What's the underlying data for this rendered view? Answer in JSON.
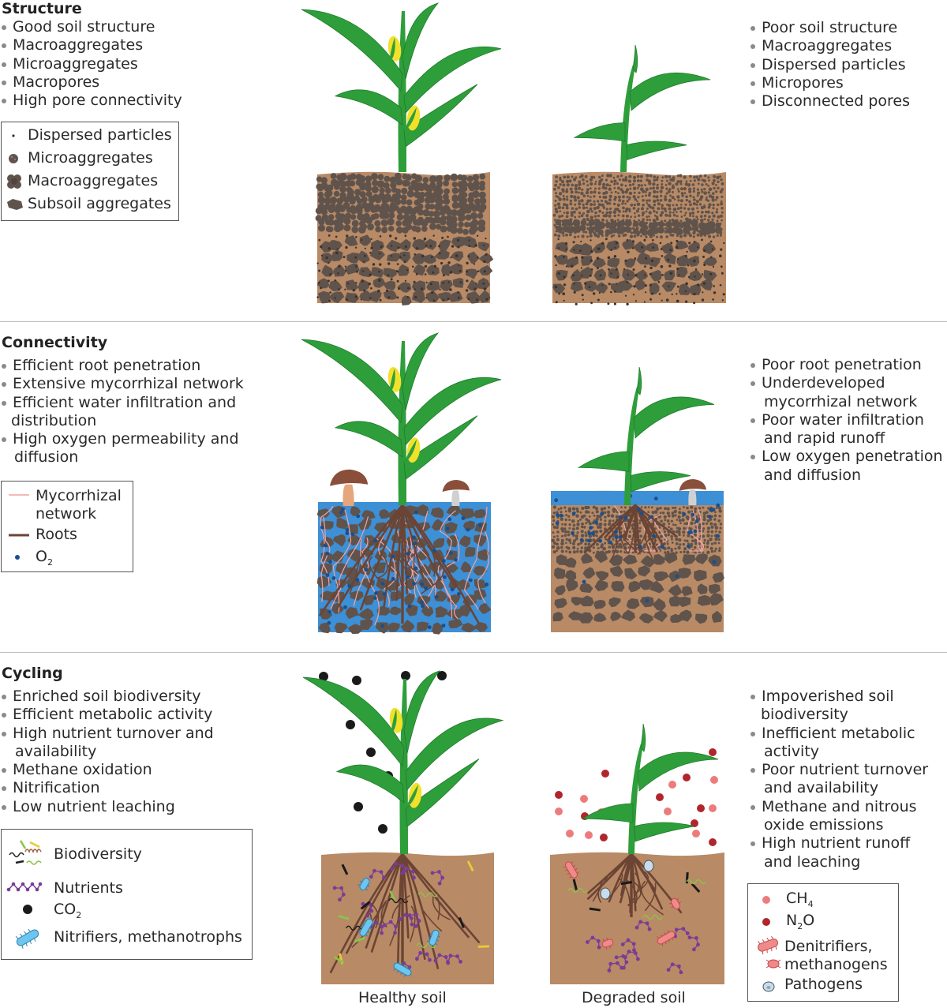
{
  "sections": {
    "structure": {
      "title": "Structure",
      "healthy_bullets": [
        "Good soil structure",
        "Macroaggregates",
        "Microaggregates",
        "Macropores",
        "High pore connectivity"
      ],
      "degraded_bullets": [
        "Poor soil structure",
        "Macroaggregates",
        "Dispersed particles",
        "Micropores",
        "Disconnected pores"
      ],
      "legend": [
        "Dispersed particles",
        "Microaggregates",
        "Macroaggregates",
        "Subsoil aggregates"
      ]
    },
    "connectivity": {
      "title": "Connectivity",
      "healthy_bullets": [
        "Efficient root penetration",
        "Extensive mycorrhizal network",
        "Efficient water infiltration and",
        "distribution",
        "High oxygen permeability and",
        "diffusion"
      ],
      "degraded_bullets": [
        "Poor root penetration",
        "Underdeveloped",
        "mycorrhizal network",
        "Poor water infiltration",
        "and rapid runoff",
        "Low oxygen penetration",
        "and diffusion"
      ],
      "legend": {
        "mycorrhizal_1": "Mycorrhizal",
        "mycorrhizal_2": "network",
        "roots": "Roots",
        "o2": "O",
        "o2_sub": "2"
      }
    },
    "cycling": {
      "title": "Cycling",
      "healthy_bullets": [
        "Enriched soil biodiversity",
        "Efficient metabolic activity",
        "High nutrient turnover and",
        "availability",
        "Methane oxidation",
        "Nitrification",
        "Low nutrient leaching"
      ],
      "degraded_bullets": [
        "Impoverished soil",
        "biodiversity",
        "Inefficient metabolic",
        "activity",
        "Poor nutrient turnover",
        "and availability",
        "Methane and nitrous",
        "oxide emissions",
        "High nutrient runoff",
        "and leaching"
      ],
      "legend_healthy": {
        "biodiversity": "Biodiversity",
        "nutrients": "Nutrients",
        "co2": "CO",
        "co2_sub": "2",
        "nitrifiers": "Nitrifiers, methanotrophs"
      },
      "legend_degraded": {
        "ch4": "CH",
        "ch4_sub": "4",
        "n2o_a": "N",
        "n2o_sub": "2",
        "n2o_b": "O",
        "denitrifiers_1": "Denitrifiers,",
        "denitrifiers_2": "methanogens",
        "pathogens": "Pathogens"
      }
    }
  },
  "captions": {
    "healthy": "Healthy soil",
    "degraded": "Degraded soil"
  },
  "colors": {
    "leaf": "#2e9e3a",
    "leaf_dark": "#1f7a2c",
    "cob": "#f2e12b",
    "soil": "#b88a66",
    "aggregate": "#5f534c",
    "water": "#3d8fd6",
    "root": "#6b4434",
    "hyphae": "#f0a4a4",
    "oxygen": "#1b4f8c",
    "co2": "#1a1a1a",
    "ch4": "#ec7c7c",
    "n2o": "#b0262c",
    "nutrient": "#7b3c96",
    "nitrifier": "#6cc6ef",
    "denitrifier": "#ef8a8a"
  }
}
